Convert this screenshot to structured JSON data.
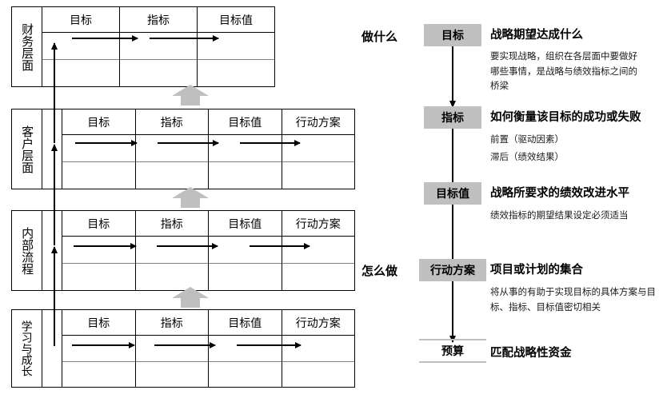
{
  "left_panel": {
    "column_headers": {
      "objective": "目标",
      "measure": "指标",
      "target": "目标值",
      "initiative": "行动方案"
    },
    "layers": [
      {
        "name": "财务层面",
        "columns": [
          "目标",
          "指标",
          "目标值"
        ],
        "arrow_count": 2
      },
      {
        "name": "客户层面",
        "columns": [
          "目标",
          "指标",
          "目标值",
          "行动方案"
        ],
        "arrow_count": 3
      },
      {
        "name": "内部流程",
        "columns": [
          "目标",
          "指标",
          "目标值",
          "行动方案"
        ],
        "arrow_count": 3
      },
      {
        "name": "学习与成长",
        "columns": [
          "目标",
          "指标",
          "目标值",
          "行动方案"
        ],
        "arrow_count": 3
      }
    ],
    "connector_icon": "up-block-arrow",
    "connector_color": "#bfbfbf"
  },
  "right_panel": {
    "group_labels": {
      "what": "做什么",
      "how": "怎么做"
    },
    "accent_color": "#c0c0c0",
    "steps": [
      {
        "node": "目标",
        "title": "战略期望达成什么",
        "desc": "要实现战略，组织在各层面中要做好哪些事情，是战略与绩效指标之间的桥梁",
        "sublines": []
      },
      {
        "node": "指标",
        "title": "如何衡量该目标的成功或失败",
        "desc": "",
        "sublines": [
          "前置（驱动因素）",
          "滞后（绩效结果）"
        ]
      },
      {
        "node": "目标值",
        "title": "战略所要求的绩效改进水平",
        "desc": "绩效指标的期望结果设定必须适当",
        "sublines": []
      },
      {
        "node": "行动方案",
        "title": "项目或计划的集合",
        "desc": "将从事的有助于实现目标的具体方案与目标、指标、目标值密切相关",
        "sublines": []
      },
      {
        "node": "预算",
        "title": "匹配战略性资金",
        "desc": "",
        "sublines": []
      }
    ]
  }
}
